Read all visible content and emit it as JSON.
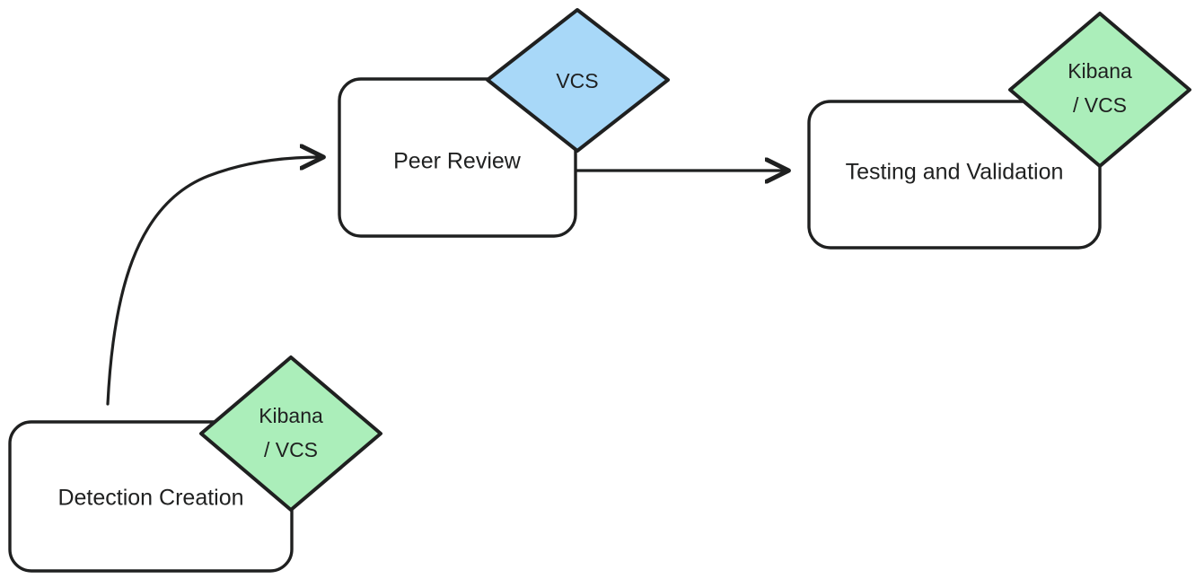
{
  "diagram": {
    "type": "flowchart",
    "direction": "left-to-right",
    "background_color": "#ffffff",
    "stroke_color": "#1f2020",
    "text_color": "#1f2020",
    "nodes": [
      {
        "id": "detection-creation",
        "label": "Detection Creation",
        "shape": "rounded-rectangle",
        "fill": "#ffffff"
      },
      {
        "id": "peer-review",
        "label": "Peer Review",
        "shape": "rounded-rectangle",
        "fill": "#ffffff"
      },
      {
        "id": "testing-and-validation",
        "label": "Testing and Validation",
        "shape": "rounded-rectangle",
        "fill": "#ffffff"
      }
    ],
    "badges": [
      {
        "id": "badge-detection-creation",
        "shape": "diamond",
        "fill": "#abeeba",
        "line1": "Kibana",
        "line2": "/ VCS"
      },
      {
        "id": "badge-peer-review",
        "shape": "diamond",
        "fill": "#a8d8f8",
        "line1": "VCS",
        "line2": ""
      },
      {
        "id": "badge-testing-and-validation",
        "shape": "diamond",
        "fill": "#abeeba",
        "line1": "Kibana",
        "line2": "/ VCS"
      }
    ],
    "edges": [
      {
        "id": "edge-detection-to-peer-review",
        "from": "detection-creation",
        "to": "peer-review",
        "style": "curved",
        "arrowhead": "open"
      },
      {
        "id": "edge-peer-review-to-testing",
        "from": "peer-review",
        "to": "testing-and-validation",
        "style": "straight",
        "arrowhead": "open"
      }
    ]
  }
}
